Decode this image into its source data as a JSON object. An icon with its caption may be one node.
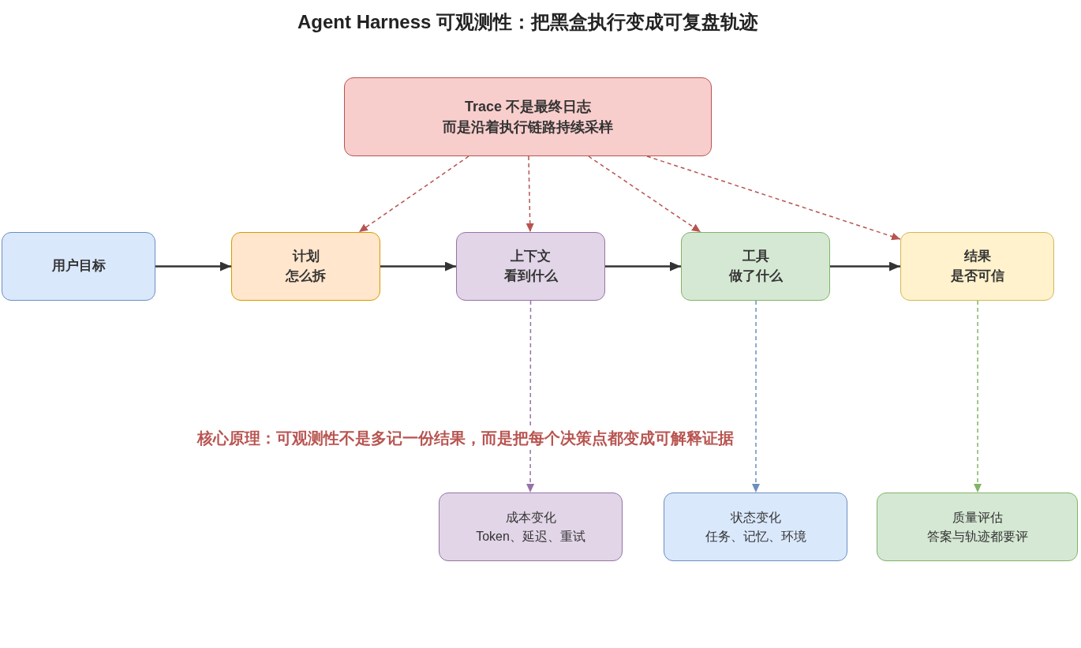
{
  "diagram": {
    "title": "Agent Harness 可观测性：把黑盒执行变成可复盘轨迹",
    "nodes": [
      {
        "text": [
          "Trace 不是最终日志",
          "而是沿着执行链路持续采样"
        ]
      },
      {
        "text": [
          "用户目标"
        ]
      },
      {
        "text": [
          "计划",
          "怎么拆"
        ]
      },
      {
        "text": [
          "上下文",
          "看到什么"
        ]
      },
      {
        "text": [
          "工具",
          "做了什么"
        ]
      },
      {
        "text": [
          "结果",
          "是否可信"
        ]
      },
      {
        "text": [
          "成本变化",
          "Token、延迟、重试"
        ]
      },
      {
        "text": [
          "状态变化",
          "任务、记忆、环境"
        ]
      },
      {
        "text": [
          "质量评估",
          "答案与轨迹都要评"
        ]
      }
    ],
    "edges": [
      {
        "from": 1,
        "to": 2,
        "arrow": "to"
      },
      {
        "from": 2,
        "to": 3,
        "arrow": "to"
      },
      {
        "from": 3,
        "to": 4,
        "arrow": "to"
      },
      {
        "from": 4,
        "to": 5,
        "arrow": "to"
      },
      {
        "from": 0,
        "to": 2,
        "arrow": "to",
        "style": "dashed",
        "color": "#b85450"
      },
      {
        "from": 0,
        "to": 3,
        "arrow": "to",
        "style": "dashed",
        "color": "#b85450"
      },
      {
        "from": 0,
        "to": 4,
        "arrow": "to",
        "style": "dashed",
        "color": "#b85450"
      },
      {
        "from": 0,
        "to": 5,
        "arrow": "to",
        "style": "dashed",
        "color": "#b85450"
      },
      {
        "from": 3,
        "to": 6,
        "arrow": "to",
        "style": "dashed",
        "color": "#9673a6"
      },
      {
        "from": 4,
        "to": 7,
        "arrow": "to",
        "style": "dashed",
        "color": "#6c8ebf"
      },
      {
        "from": 5,
        "to": 8,
        "arrow": "to",
        "style": "dashed",
        "color": "#82b366"
      }
    ],
    "labels": [
      "核心原理：可观测性不是多记一份结果，而是把每个决策点都变成可解释证据"
    ]
  }
}
